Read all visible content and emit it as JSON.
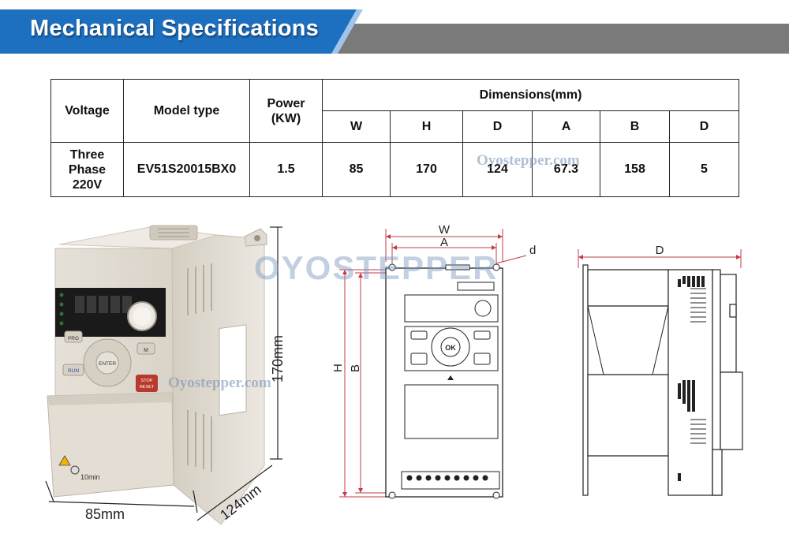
{
  "banner": {
    "title": "Mechanical Specifications",
    "accent_color": "#1d6fbf",
    "gray_color": "#7a7a7a"
  },
  "table": {
    "headers": {
      "voltage": "Voltage",
      "model": "Model type",
      "power_line1": "Power",
      "power_line2": "(KW)",
      "dimensions": "Dimensions(mm)",
      "dim_cols": [
        "W",
        "H",
        "D",
        "A",
        "B",
        "D"
      ]
    },
    "row": {
      "voltage_lines": [
        "Three",
        "Phase",
        "220V"
      ],
      "model": "EV51S20015BX0",
      "power": "1.5",
      "dims": [
        "85",
        "170",
        "124",
        "67.3",
        "158",
        "5"
      ]
    }
  },
  "photo": {
    "width_label": "85mm",
    "depth_label": "124mm",
    "height_label": "170mm",
    "keypad": {
      "prg": "PRG",
      "m": "M",
      "run": "RUN",
      "enter": "ENTER",
      "stop_line1": "STOP",
      "stop_line2": "RESET",
      "warning": "10min"
    }
  },
  "front_diagram": {
    "w_label": "W",
    "a_label": "A",
    "d_label": "d",
    "h_label": "H",
    "b_label": "B",
    "ok_label": "OK"
  },
  "side_diagram": {
    "d_label": "D"
  },
  "watermarks": {
    "table": "Oyostepper.com",
    "photo": "Oyostepper.com",
    "logo": "OYOSTEPPER"
  }
}
